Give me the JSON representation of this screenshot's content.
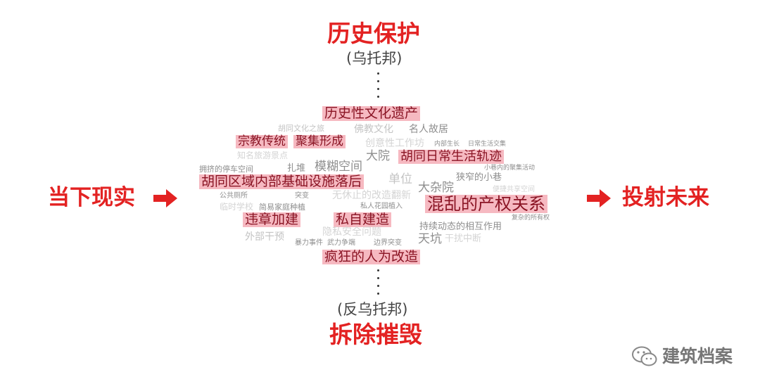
{
  "top": {
    "title": "历史保护",
    "subtitle": "(乌托邦)"
  },
  "bottom": {
    "subtitle": "(反乌托邦)",
    "title": "拆除摧毁"
  },
  "left": {
    "label": "当下现实"
  },
  "right": {
    "label": "投射未来"
  },
  "colors": {
    "accent": "#e32222",
    "highlight": "#f6b9c1"
  },
  "words": [
    {
      "text": "历史性文化遗产",
      "style": "hl"
    },
    {
      "text": "胡同文化之旅",
      "style": "light"
    },
    {
      "text": "佛教文化",
      "style": "light"
    },
    {
      "text": "名人故居",
      "style": "mid"
    },
    {
      "text": "宗教传统",
      "style": "hl"
    },
    {
      "text": "聚集形成",
      "style": "hl"
    },
    {
      "text": "创意性工作坊",
      "style": "faint"
    },
    {
      "text": "内部生长",
      "style": "mid"
    },
    {
      "text": "日常生活交集",
      "style": "mid"
    },
    {
      "text": "知名旅游景点",
      "style": "faint"
    },
    {
      "text": "大院",
      "style": "mid"
    },
    {
      "text": "胡同日常生活轨迹",
      "style": "hl"
    },
    {
      "text": "拥挤的停车空间",
      "style": "mid"
    },
    {
      "text": "扎堆",
      "style": "mid"
    },
    {
      "text": "模糊空间",
      "style": "mid"
    },
    {
      "text": "小巷内的聚集活动",
      "style": "mid"
    },
    {
      "text": "胡同区域内部基础设施落后",
      "style": "hl"
    },
    {
      "text": "单位",
      "style": "light"
    },
    {
      "text": "狭窄的小巷",
      "style": "mid"
    },
    {
      "text": "大杂院",
      "style": "mid"
    },
    {
      "text": "便捷共享空间",
      "style": "faint"
    },
    {
      "text": "公共厕所",
      "style": "mid"
    },
    {
      "text": "突变",
      "style": "mid"
    },
    {
      "text": "无休止的改造翻新",
      "style": "faint"
    },
    {
      "text": "临时学校",
      "style": "faint"
    },
    {
      "text": "简易家庭种植",
      "style": "mid"
    },
    {
      "text": "私人花园植入",
      "style": "mid"
    },
    {
      "text": "混乱的产权关系",
      "style": "hl"
    },
    {
      "text": "违章加建",
      "style": "hl"
    },
    {
      "text": "私自建造",
      "style": "hl"
    },
    {
      "text": "复杂的所有权",
      "style": "mid"
    },
    {
      "text": "持续动态的相互作用",
      "style": "mid"
    },
    {
      "text": "隐私安全问题",
      "style": "faint"
    },
    {
      "text": "外部干预",
      "style": "light"
    },
    {
      "text": "天坑",
      "style": "mid"
    },
    {
      "text": "干扰中断",
      "style": "faint"
    },
    {
      "text": "暴力事件",
      "style": "mid"
    },
    {
      "text": "武力争端",
      "style": "mid"
    },
    {
      "text": "边界突变",
      "style": "mid"
    },
    {
      "text": "疯狂的人为改造",
      "style": "hl"
    }
  ],
  "watermark": {
    "icon": "wechat-icon",
    "text": "建筑档案"
  }
}
